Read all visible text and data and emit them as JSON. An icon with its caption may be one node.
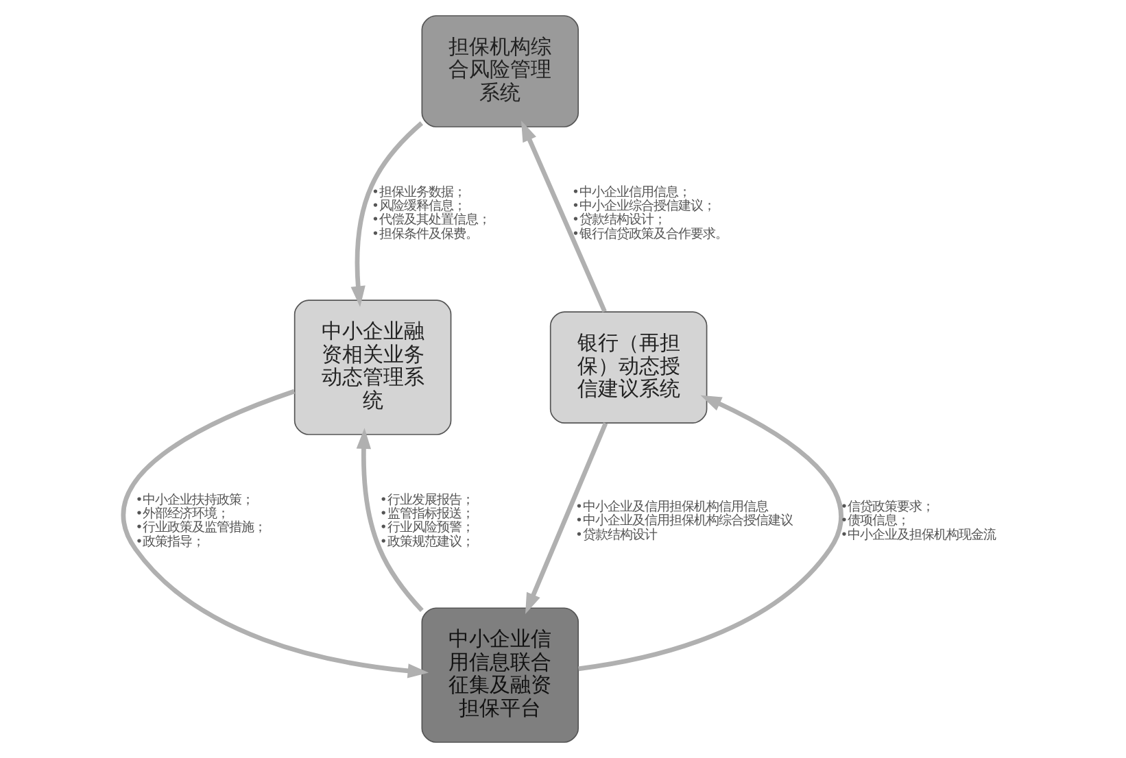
{
  "diagram": {
    "nodes": [
      {
        "text": [
          "担保机构综合风险管理系统"
        ]
      },
      {
        "text": [
          "银行（再担保）动态授信建议系统"
        ]
      },
      {
        "text": [
          "中小企业信用信息联合征集及融资担保平台"
        ]
      },
      {
        "text": [
          "中小企业融资相关业务动态管理系统"
        ]
      }
    ],
    "edges": [
      {
        "from": 1,
        "to": 0,
        "arrow": "to",
        "label": "•中小企业信用信息； •中小企业综合授信建议； •贷款结构设计； •银行信贷政策及合作要求。"
      },
      {
        "from": 0,
        "to": 3,
        "arrow": "to",
        "label": "•担保业务数据； •风险缓释信息； •代偿及其处置信息； •担保条件及保费。"
      },
      {
        "from": 1,
        "to": 2,
        "arrow": "to",
        "label": "•中小企业及信用担保机构信用信息 •中小企业及信用担保机构综合授信建议 •贷款结构设计"
      },
      {
        "from": 3,
        "to": 2,
        "arrow": "to",
        "label": "•中小企业扶持政策； •外部经济环境； •行业政策及监管措施； •政策指导；"
      },
      {
        "from": 2,
        "to": 1,
        "arrow": "to",
        "label": "•信贷政策要求； •债项信息； •中小企业及担保机构现金流"
      },
      {
        "from": 2,
        "to": 3,
        "arrow": "to",
        "label": "•行业发展报告； •监管指标报送； •行业风险预警； •政策规范建议；"
      }
    ]
  }
}
